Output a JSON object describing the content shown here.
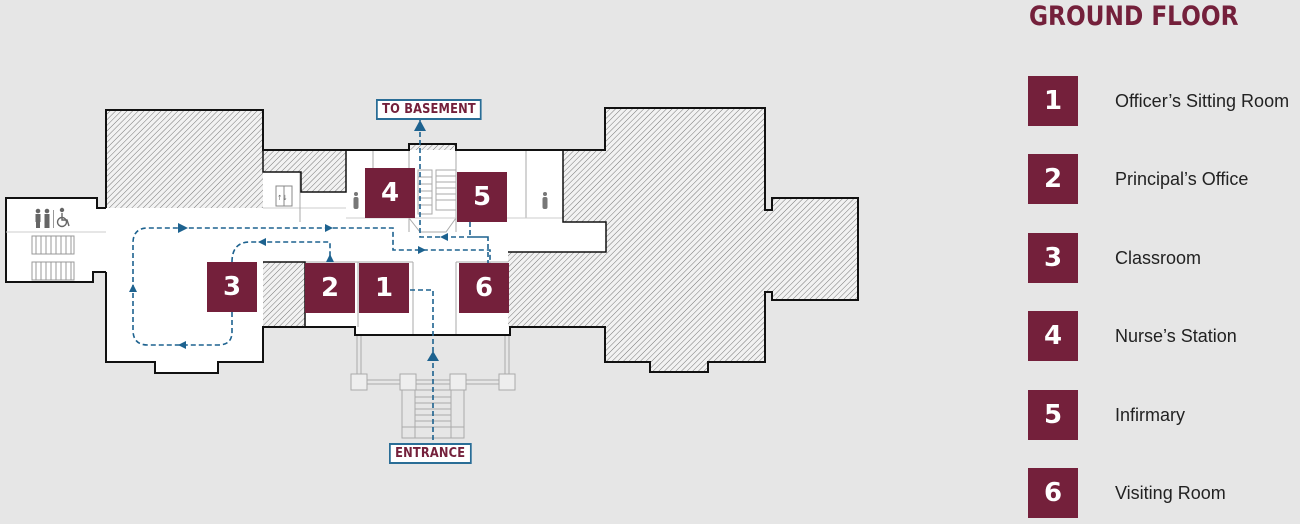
{
  "title": "GROUND FLOOR",
  "labels": {
    "to_basement": "TO BASEMENT",
    "entrance": "ENTRANCE"
  },
  "rooms": [
    {
      "number": "1",
      "name": "Officer’s Sitting Room"
    },
    {
      "number": "2",
      "name": "Principal’s Office"
    },
    {
      "number": "3",
      "name": "Classroom"
    },
    {
      "number": "4",
      "name": "Nurse’s Station"
    },
    {
      "number": "5",
      "name": "Infirmary"
    },
    {
      "number": "6",
      "name": "Visiting Room"
    }
  ],
  "icons": [
    "restroom-icon",
    "accessible-icon",
    "elevator-icon",
    "person-icon",
    "stairs-icon",
    "route-arrow-icon"
  ],
  "colors": {
    "accent": "#74203b",
    "route": "#1d628f",
    "background": "#e6e6e6",
    "wall": "#111111"
  }
}
